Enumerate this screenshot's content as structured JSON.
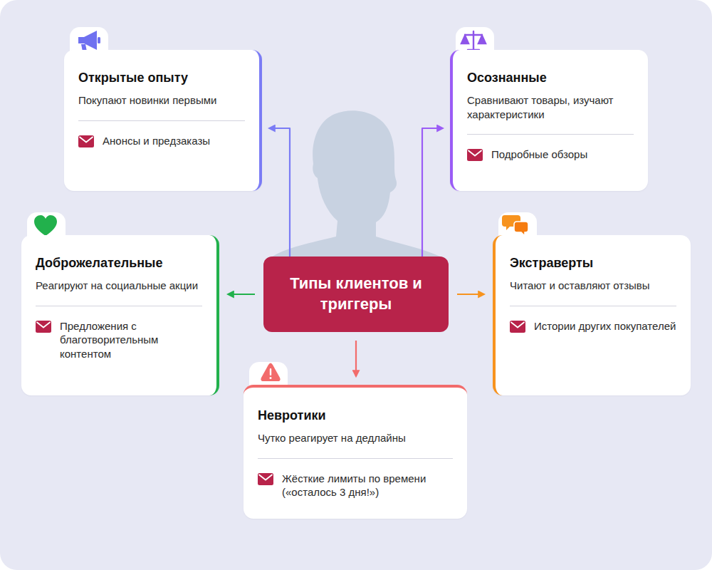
{
  "diagram": {
    "nodes": [
      {
        "text": [
          "Открытые опыту",
          "Покупают новинки первыми",
          "Анонсы и предзаказы"
        ]
      },
      {
        "text": [
          "Осознанные",
          "Сравнивают товары, изучают характеристики",
          "Подробные обзоры"
        ]
      },
      {
        "text": [
          "Доброжелательные",
          "Реагируют на социальные акции",
          "Предложения с благотворительным контентом"
        ]
      },
      {
        "text": [
          "Типы клиентов и триггеры"
        ]
      },
      {
        "text": [
          "Экстраверты",
          "Читают и оставляют отзывы",
          "Истории других покупателей"
        ]
      },
      {
        "text": [
          "Невротики",
          "Чутко реагирует на дедлайны",
          "Жёсткие лимиты по времени («осталось 3 дня!»)"
        ]
      }
    ],
    "edges": [
      {
        "from": 3,
        "to": 0,
        "arrow": "to"
      },
      {
        "from": 3,
        "to": 1,
        "arrow": "to"
      },
      {
        "from": 3,
        "to": 2,
        "arrow": "to"
      },
      {
        "from": 3,
        "to": 4,
        "arrow": "to"
      },
      {
        "from": 3,
        "to": 5,
        "arrow": "to"
      }
    ]
  }
}
